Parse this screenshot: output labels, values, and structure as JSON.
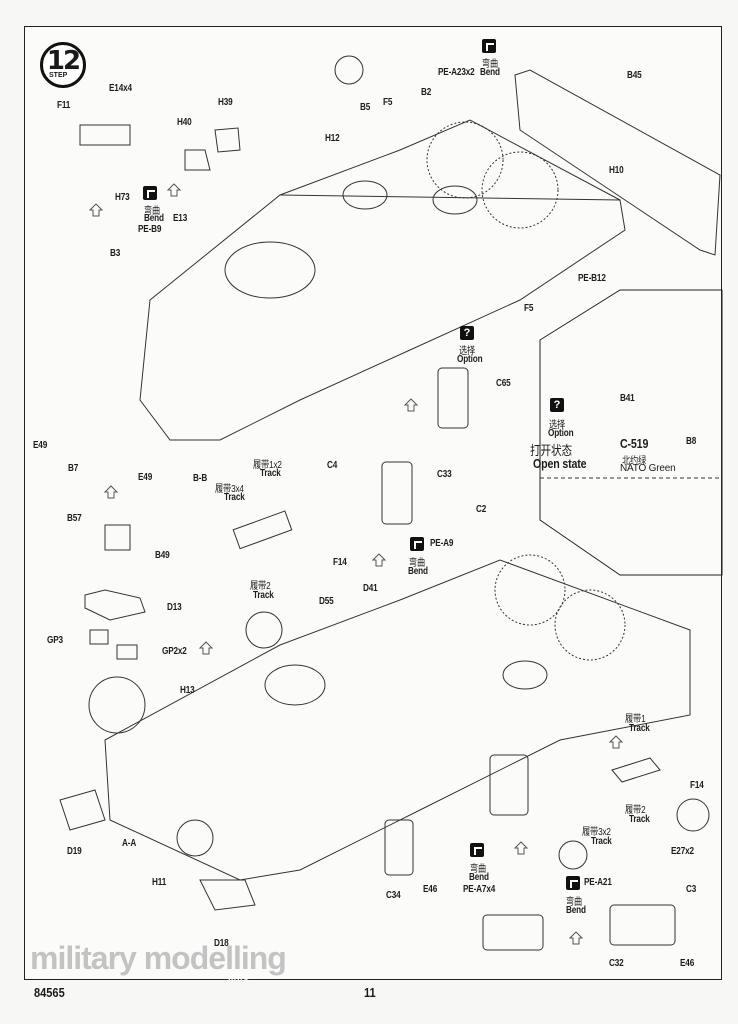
{
  "page": {
    "step_number": "12",
    "step_word": "STEP",
    "kit_number": "84565",
    "page_number": "11",
    "watermark": "military modelling",
    "watermark_sub": ".info"
  },
  "labels": {
    "f11": "F11",
    "e14x4": "E14x4",
    "h73": "H73",
    "h40": "H40",
    "h39": "H39",
    "b5": "B5",
    "f5_top": "F5",
    "b2": "B2",
    "pe_a23x2": "PE-A23x2",
    "b45": "B45",
    "h12": "H12",
    "h10": "H10",
    "pe_b12": "PE-B12",
    "f5_mid": "F5",
    "e13": "E13",
    "pe_b9": "PE-B9",
    "b3": "B3",
    "e49_left": "E49",
    "b7": "B7",
    "e49_mid": "E49",
    "b_b": "B-B",
    "c65": "C65",
    "c4": "C4",
    "c33": "C33",
    "c2": "C2",
    "f14_top": "F14",
    "b41": "B41",
    "c519": "C-519",
    "b8": "B8",
    "b57": "B57",
    "b49": "B49",
    "d13": "D13",
    "gp3": "GP3",
    "gp2x2": "GP2x2",
    "pe_a9": "PE-A9",
    "d41": "D41",
    "d55": "D55",
    "h13": "H13",
    "d19": "D19",
    "a_a": "A-A",
    "h11": "H11",
    "d18": "D18",
    "c34": "C34",
    "e46_mid": "E46",
    "pe_a7x4": "PE-A7x4",
    "f14_bottom": "F14",
    "e27x2": "E27x2",
    "pe_a21": "PE-A21",
    "c3": "C3",
    "c32": "C32",
    "e46_bottom": "E46"
  },
  "track_labels": {
    "track_1x2_cn": "履带1x2",
    "track_3x4_cn": "履带3x4",
    "track_2_cn": "履带2",
    "track_1_cn": "履带1",
    "track_2b_cn": "履带2",
    "track_3x2_cn": "履带3x2",
    "track_en": "Track"
  },
  "annotations": {
    "bend_cn": "弯曲",
    "bend_en": "Bend",
    "option_cn": "选择",
    "option_en": "Option",
    "open_state_cn": "打开状态",
    "open_state_en": "Open state",
    "color_cn": "北约绿",
    "color_en": "NATO Green"
  },
  "colors": {
    "ink": "#1d1d1d",
    "paper": "#fbfbfa"
  }
}
